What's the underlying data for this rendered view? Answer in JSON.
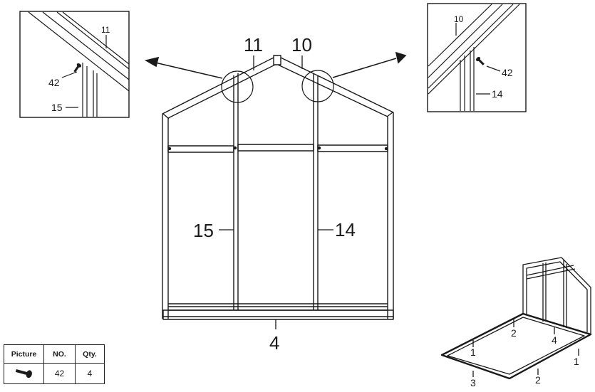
{
  "main_labels": {
    "part_11": "11",
    "part_10": "10",
    "part_15": "15",
    "part_14": "14",
    "part_4": "4"
  },
  "detail_left": {
    "part_11": "11",
    "part_42": "42",
    "part_15": "15"
  },
  "detail_right": {
    "part_10": "10",
    "part_42": "42",
    "part_14": "14"
  },
  "base_labels": {
    "side_1_left": "1",
    "back_2": "2",
    "end_4": "4",
    "front_3": "3",
    "front_2": "2",
    "side_1_right": "1"
  },
  "parts_table": {
    "headers": [
      "Picture",
      "NO.",
      "Qty."
    ],
    "rows": [
      {
        "picture": "screw-icon",
        "no": "42",
        "qty": "4"
      }
    ]
  }
}
